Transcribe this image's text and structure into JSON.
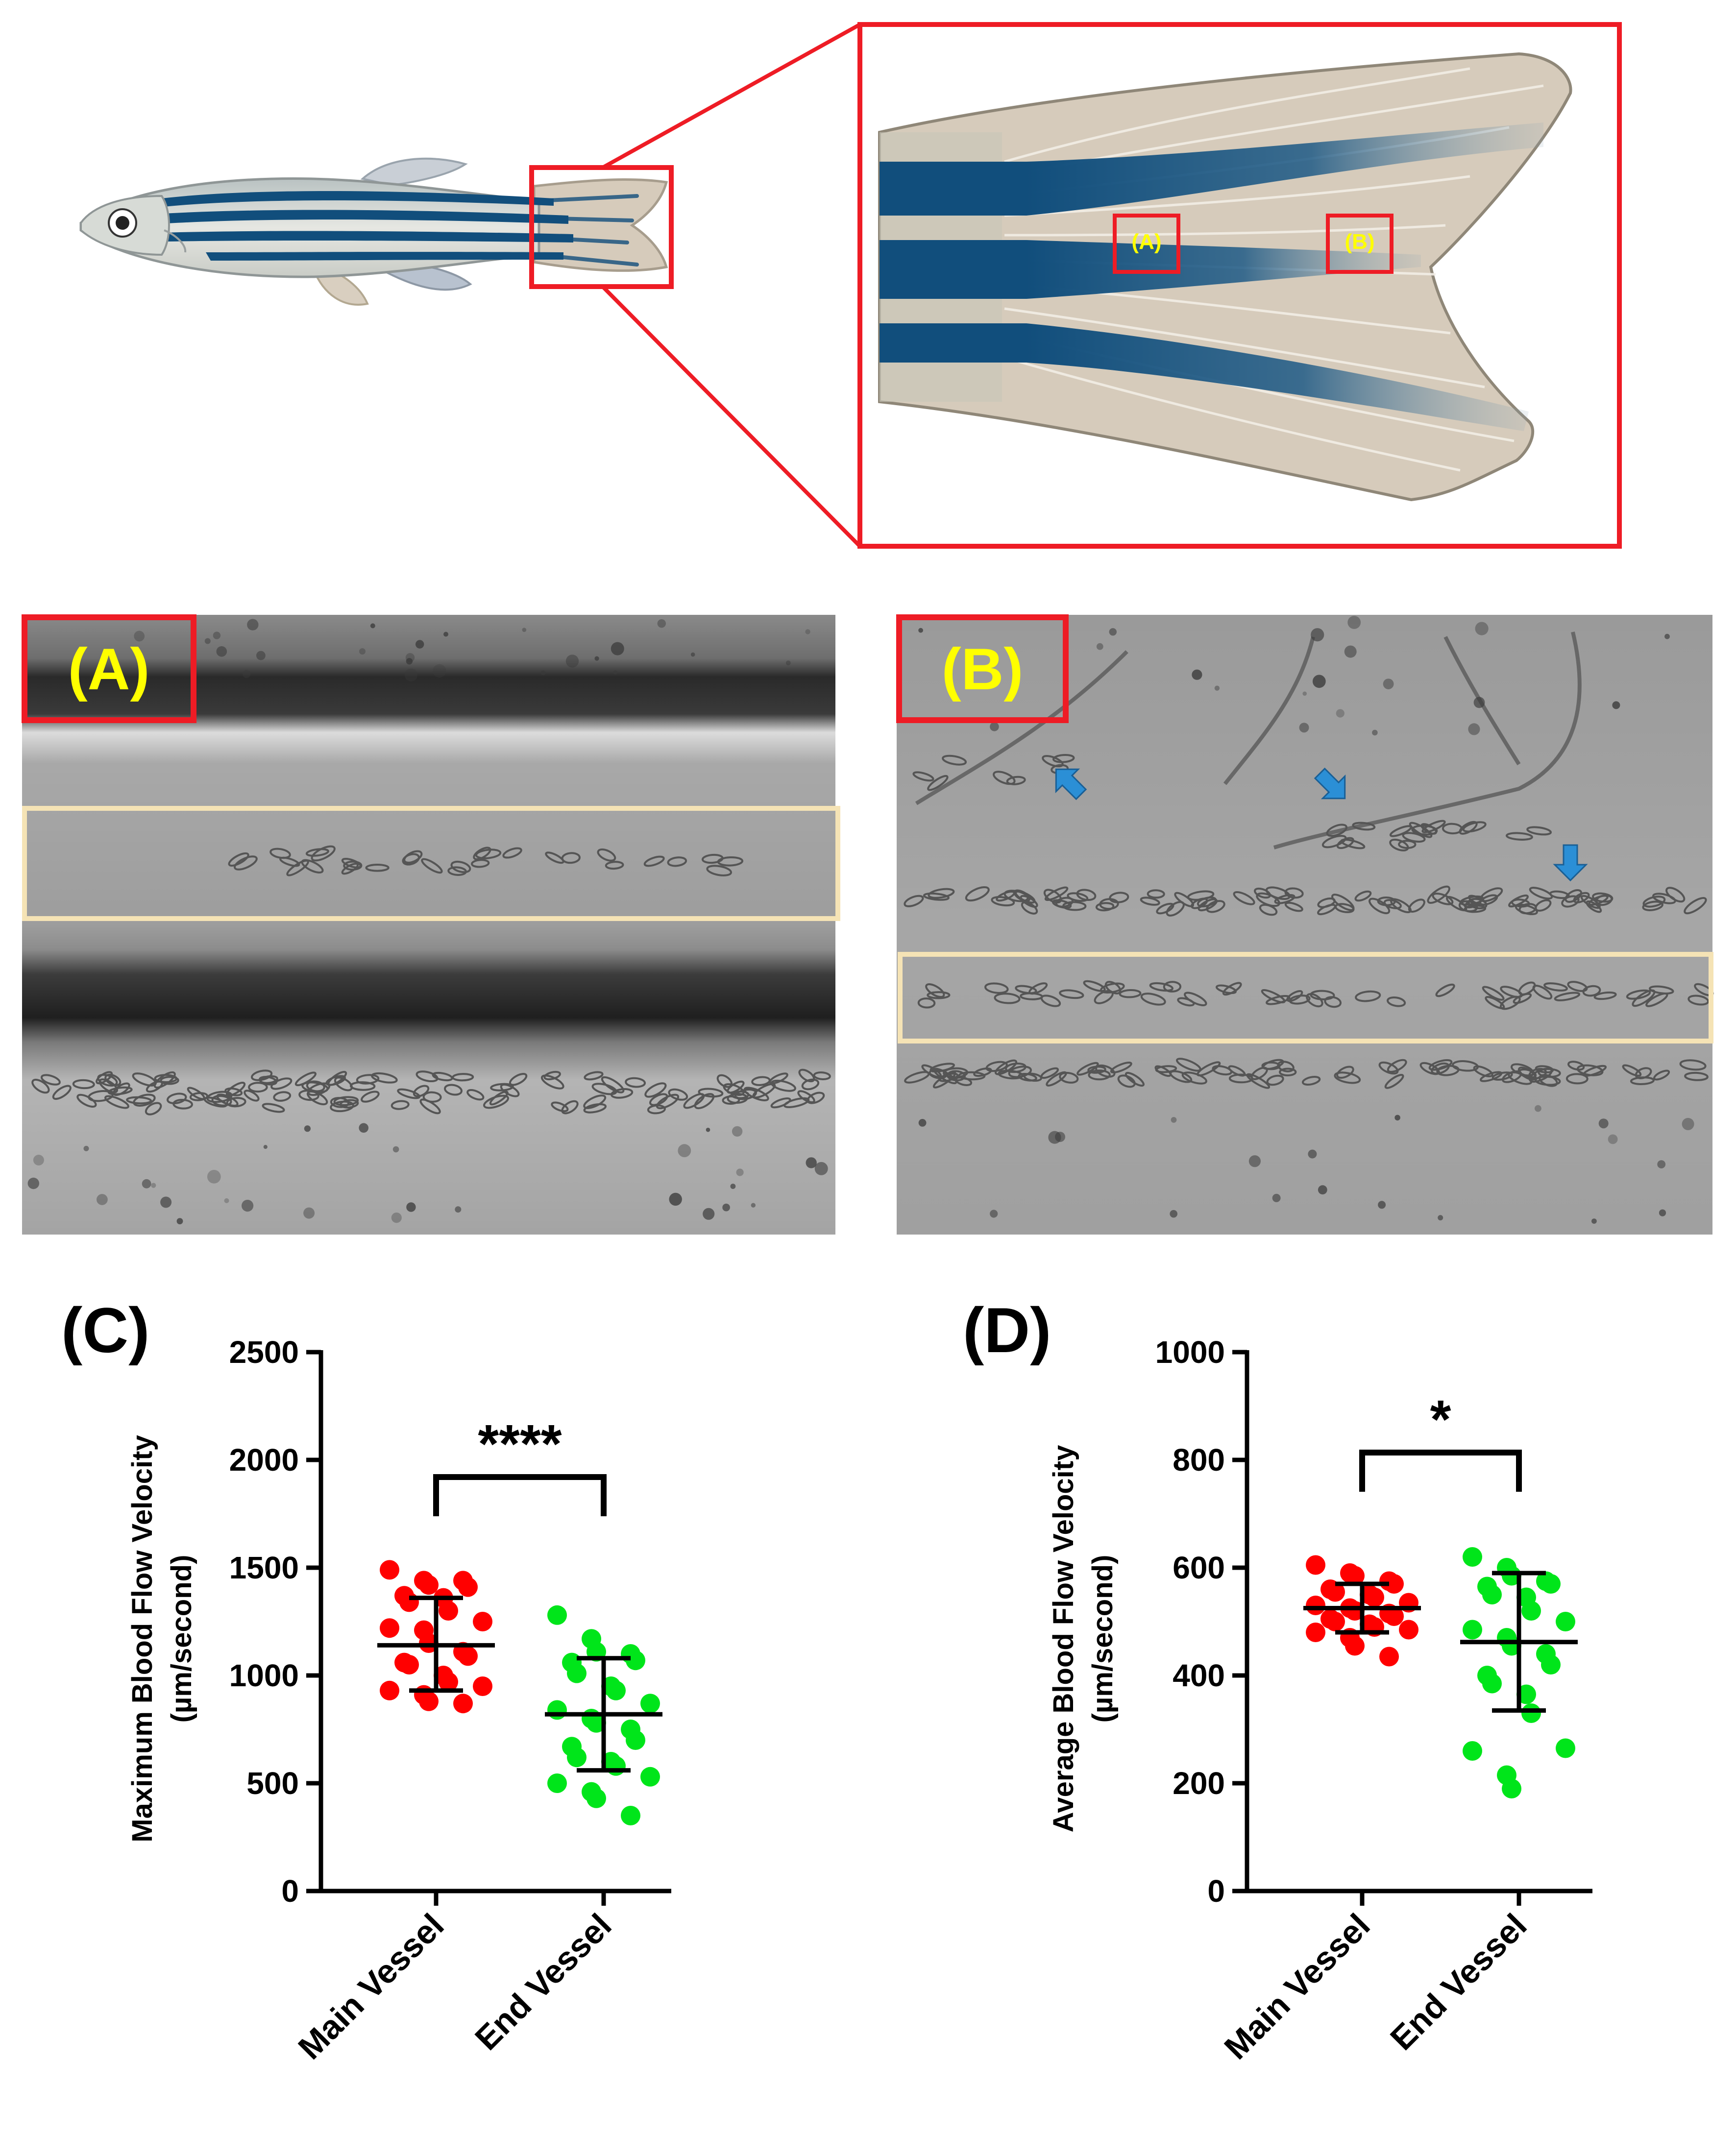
{
  "figure": {
    "inset_labels": {
      "a": "(A)",
      "b": "(B)"
    },
    "micro_labels": {
      "a": "(A)",
      "b": "(B)"
    },
    "colors": {
      "frame_red": "#ee1c25",
      "label_yellow": "#ffff00",
      "roi_band": "#f5e3b5",
      "arrow_blue": "#2b8fd6",
      "main_vessel_dots": "#ff0000",
      "end_vessel_dots": "#00e51a",
      "stripe_blue": "#114e7c",
      "fin_tan": "#d6cbbb"
    }
  },
  "chart_data": [
    {
      "type": "scatter",
      "panel_label": "(C)",
      "ylabel_line1": "Maximum Blood Flow Velocity",
      "ylabel_line2": "(µm/second)",
      "categories": [
        "Main Vessel",
        "End Vessel"
      ],
      "ylim": [
        0,
        2500
      ],
      "yticks": [
        0,
        500,
        1000,
        1500,
        2000,
        2500
      ],
      "significance": "****",
      "grid": false,
      "series": [
        {
          "category": "Main Vessel",
          "color": "#ff0000",
          "mean": 1140,
          "sd_low": 930,
          "sd_high": 1360,
          "points": [
            1490,
            1440,
            1420,
            1440,
            1410,
            1370,
            1340,
            1360,
            1300,
            1250,
            1220,
            1210,
            1150,
            1110,
            1090,
            1060,
            1050,
            1000,
            970,
            950,
            930,
            910,
            880,
            870
          ]
        },
        {
          "category": "End Vessel",
          "color": "#00e51a",
          "mean": 820,
          "sd_low": 560,
          "sd_high": 1080,
          "points": [
            1280,
            1170,
            1110,
            1100,
            1070,
            1060,
            1010,
            950,
            930,
            870,
            840,
            800,
            780,
            750,
            700,
            670,
            620,
            600,
            580,
            530,
            500,
            460,
            430,
            350
          ]
        }
      ]
    },
    {
      "type": "scatter",
      "panel_label": "(D)",
      "ylabel_line1": "Average Blood Flow Velocity",
      "ylabel_line2": "(µm/second)",
      "categories": [
        "Main Vessel",
        "End Vessel"
      ],
      "ylim": [
        0,
        1000
      ],
      "yticks": [
        0,
        200,
        400,
        600,
        800,
        1000
      ],
      "significance": "*",
      "grid": false,
      "series": [
        {
          "category": "Main Vessel",
          "color": "#ff0000",
          "mean": 525,
          "sd_low": 480,
          "sd_high": 570,
          "points": [
            605,
            590,
            585,
            575,
            570,
            560,
            555,
            550,
            545,
            535,
            530,
            525,
            520,
            515,
            510,
            505,
            500,
            495,
            490,
            485,
            480,
            470,
            455,
            435
          ]
        },
        {
          "category": "End Vessel",
          "color": "#00e51a",
          "mean": 462,
          "sd_low": 335,
          "sd_high": 590,
          "points": [
            620,
            600,
            585,
            575,
            570,
            565,
            550,
            545,
            520,
            500,
            485,
            470,
            455,
            440,
            420,
            400,
            385,
            365,
            330,
            265,
            260,
            215,
            190
          ]
        }
      ]
    }
  ]
}
